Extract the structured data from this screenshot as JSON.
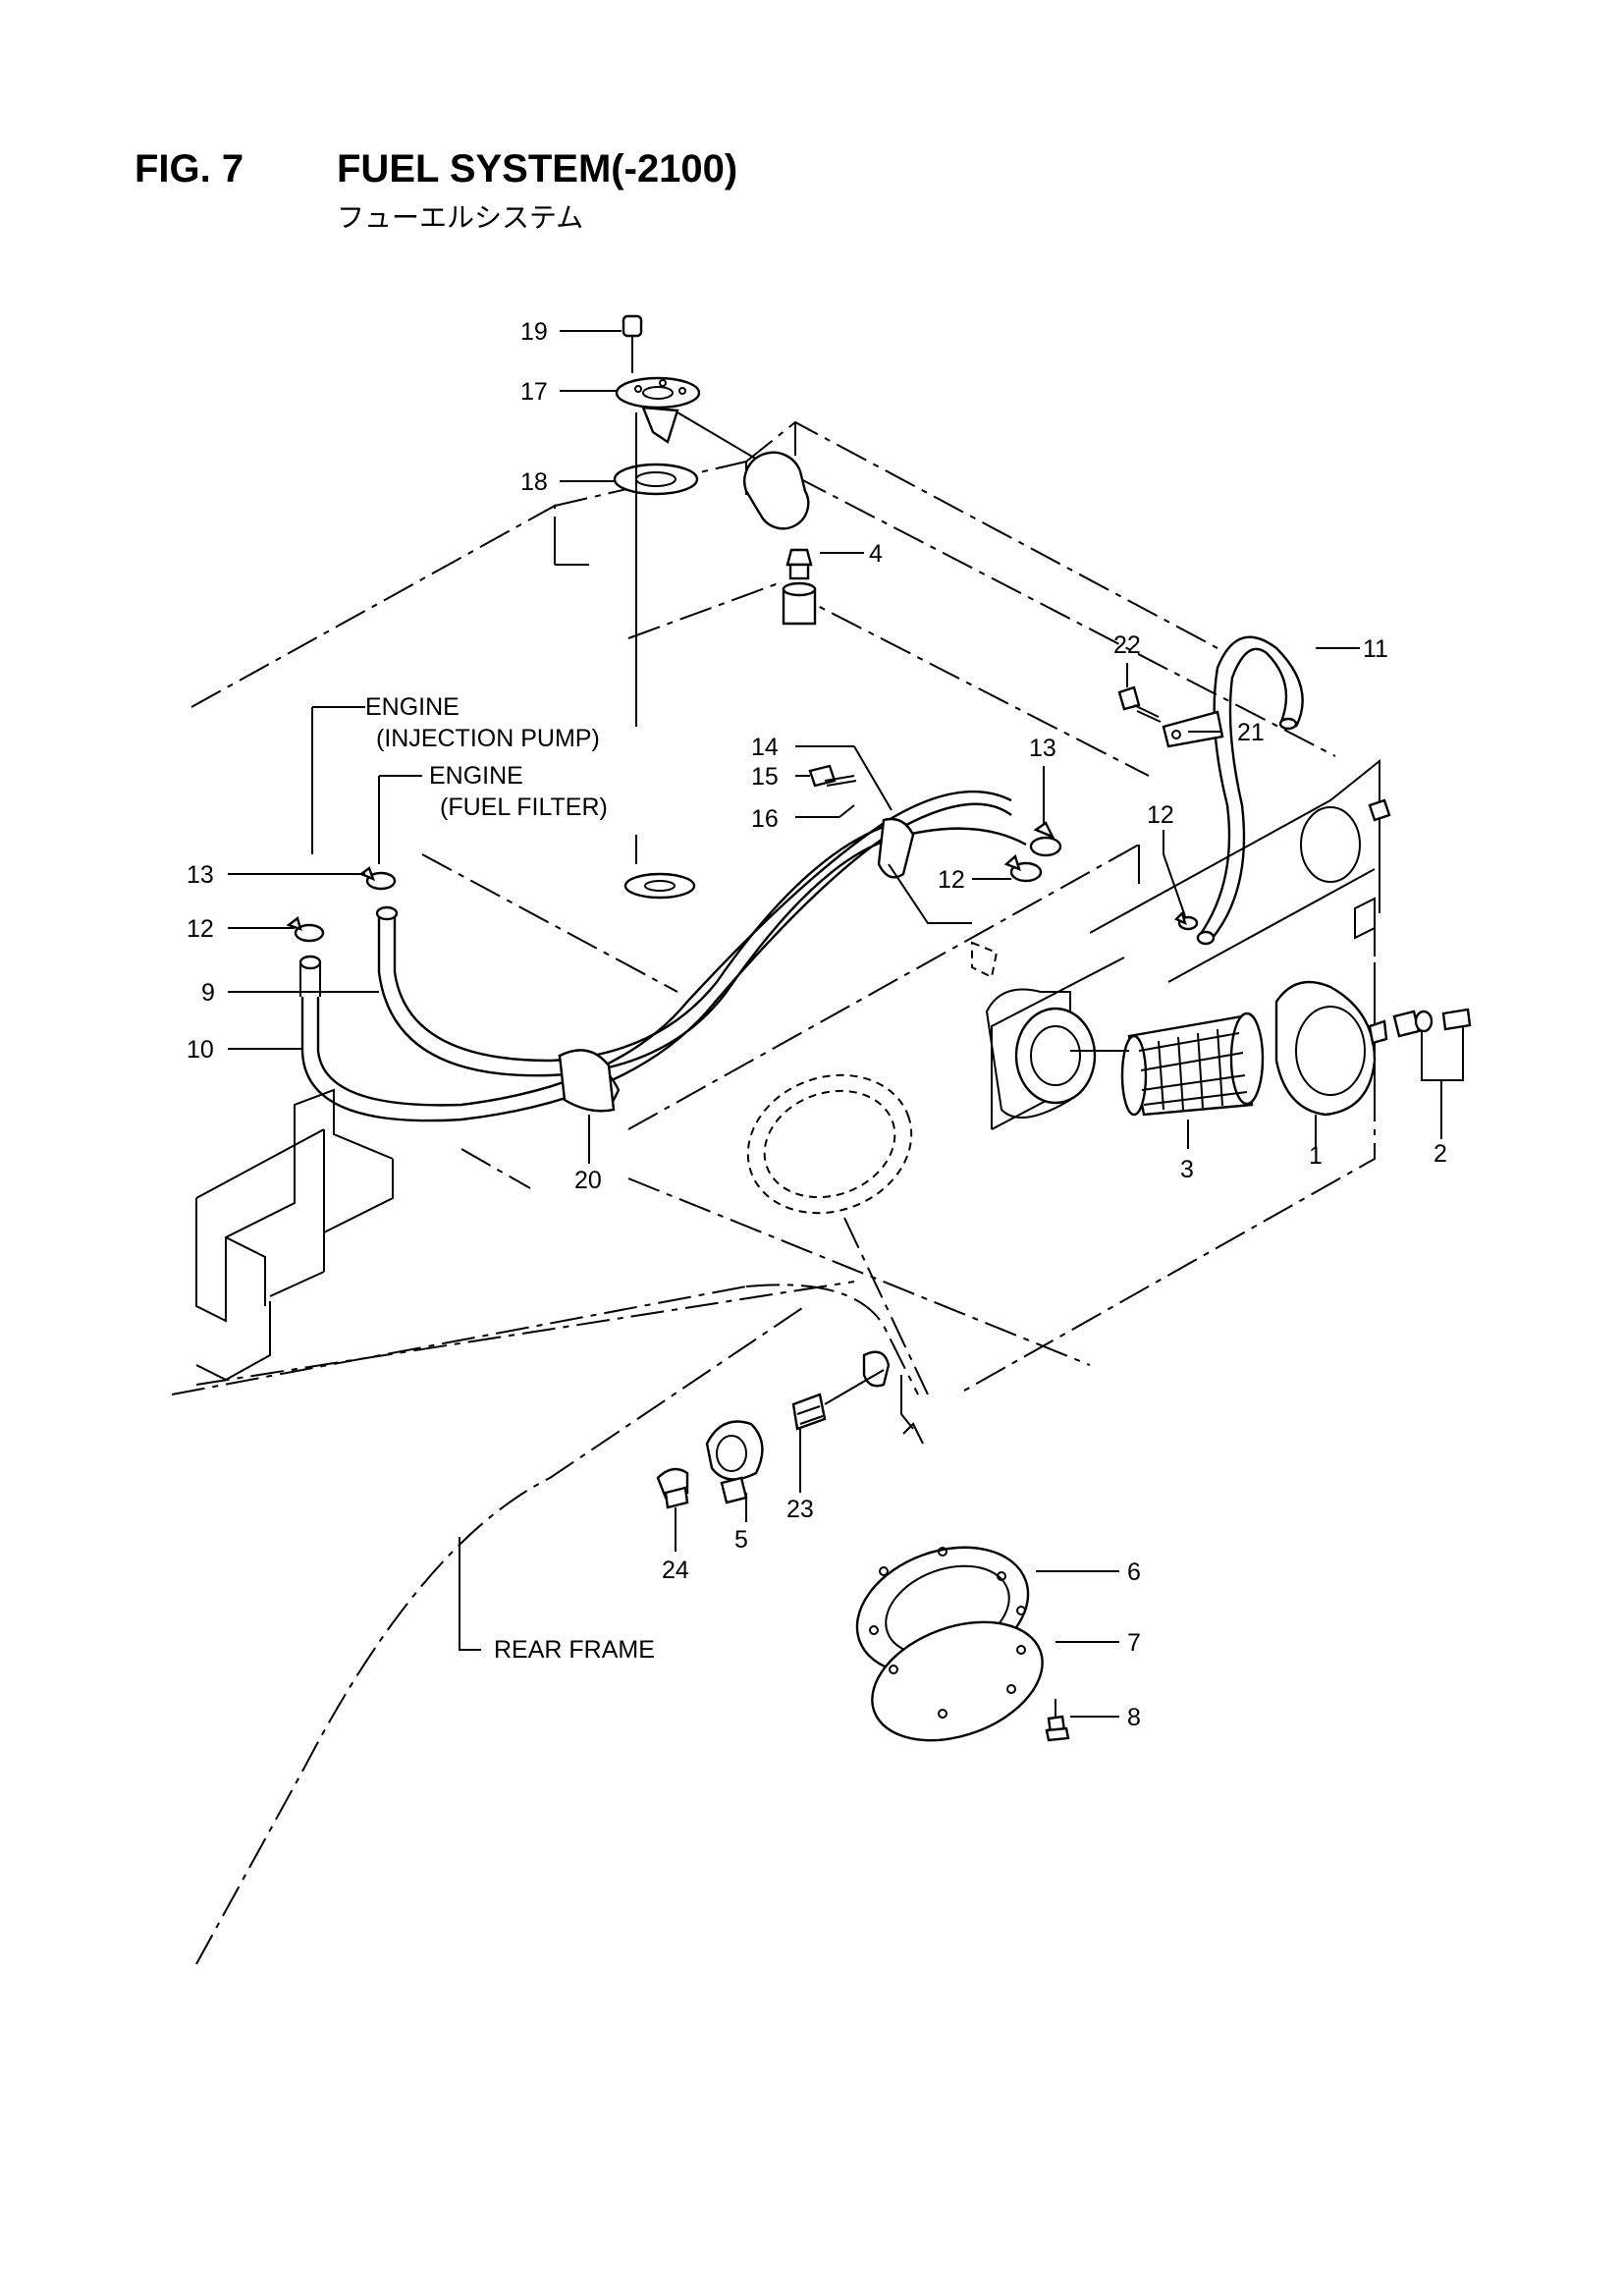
{
  "header": {
    "fig_number": "FIG. 7",
    "title": "FUEL SYSTEM(-2100)",
    "subtitle": "フューエルシステム"
  },
  "callouts": {
    "p1": "1",
    "p2": "2",
    "p3": "3",
    "p4": "4",
    "p5": "5",
    "p6": "6",
    "p7": "7",
    "p8": "8",
    "p9": "9",
    "p10": "10",
    "p11": "11",
    "p12a": "12",
    "p12b": "12",
    "p12c": "12",
    "p13a": "13",
    "p13b": "13",
    "p14": "14",
    "p15": "15",
    "p16": "16",
    "p17": "17",
    "p18": "18",
    "p19": "19",
    "p20": "20",
    "p21": "21",
    "p22": "22",
    "p23": "23",
    "p24": "24"
  },
  "notes": {
    "engine_injection_line1": "ENGINE",
    "engine_injection_line2": "(INJECTION PUMP)",
    "engine_filter_line1": "ENGINE",
    "engine_filter_line2": "(FUEL FILTER)",
    "rear_frame": "REAR FRAME"
  }
}
